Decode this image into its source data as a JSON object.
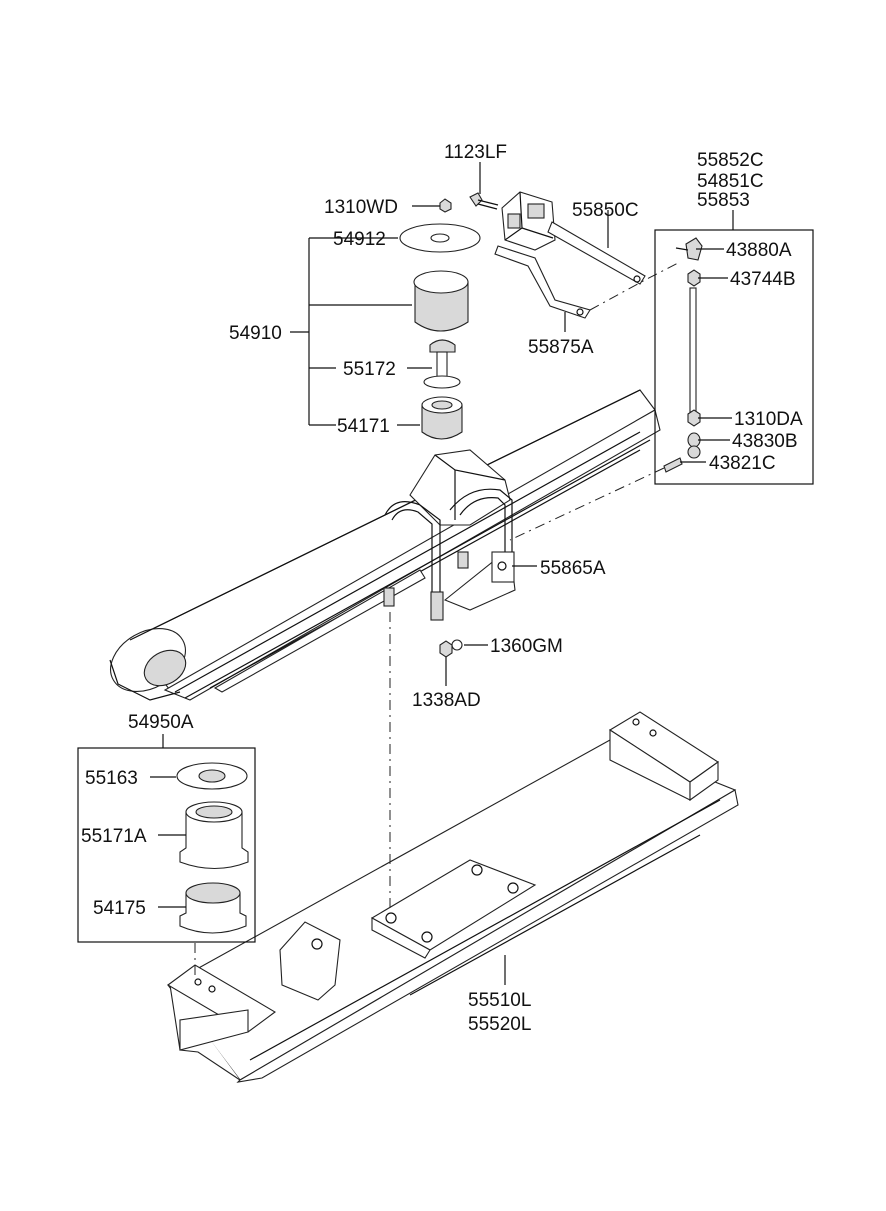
{
  "labels": {
    "p1123LF": "1123LF",
    "p1310WD": "1310WD",
    "p54912": "54912",
    "p54910": "54910",
    "p55172": "55172",
    "p54171": "54171",
    "p55852C": "55852C",
    "p54851C": "54851C",
    "p55853": "55853",
    "p55850C": "55850C",
    "p55875A": "55875A",
    "p43880A": "43880A",
    "p43744B": "43744B",
    "p1310DA": "1310DA",
    "p43830B": "43830B",
    "p43821C": "43821C",
    "p55865A": "55865A",
    "p1360GM": "1360GM",
    "p1338AD": "1338AD",
    "p54950A": "54950A",
    "p55163": "55163",
    "p55171A": "55171A",
    "p54175": "54175",
    "p55510L": "55510L",
    "p55520L": "55520L"
  }
}
